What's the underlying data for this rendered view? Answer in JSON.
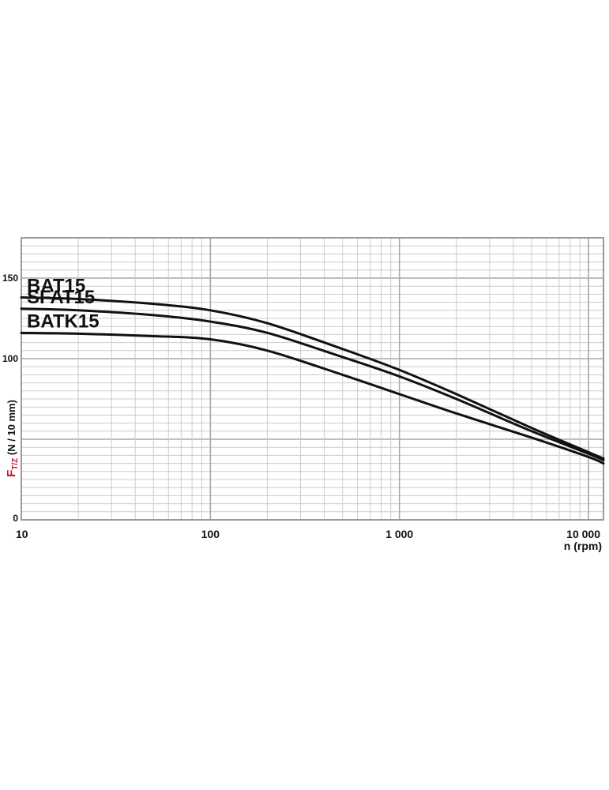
{
  "chart_data": {
    "type": "line",
    "title": "",
    "xlabel": "n (rpm)",
    "ylabel": {
      "main": "F",
      "subscript": "T/Z",
      "rest": " (N / 10 mm)"
    },
    "xscale": "log",
    "xlim": [
      10,
      12000
    ],
    "ylim": [
      0,
      175
    ],
    "grid": true,
    "x_ticks": [
      {
        "value": 10,
        "label": "10"
      },
      {
        "value": 100,
        "label": "100"
      },
      {
        "value": 1000,
        "label": "1 000"
      },
      {
        "value": 10000,
        "label": "10 000"
      }
    ],
    "y_ticks": [
      {
        "value": 0,
        "label": "0"
      },
      {
        "value": 100,
        "label": "100"
      },
      {
        "value": 150,
        "label": "150"
      }
    ],
    "series": [
      {
        "name": "BAT15",
        "x": [
          10,
          20,
          50,
          100,
          200,
          500,
          1000,
          2000,
          5000,
          10000,
          12000
        ],
        "y": [
          138,
          137,
          134,
          130,
          122,
          106,
          93,
          78,
          57,
          42,
          38
        ]
      },
      {
        "name": "SFAT15",
        "x": [
          10,
          20,
          50,
          100,
          200,
          500,
          1000,
          2000,
          5000,
          10000,
          12000
        ],
        "y": [
          131,
          130,
          127,
          123,
          116,
          101,
          89,
          75,
          55,
          41,
          37
        ]
      },
      {
        "name": "BATK15",
        "x": [
          10,
          20,
          50,
          100,
          200,
          500,
          1000,
          2000,
          5000,
          10000,
          12000
        ],
        "y": [
          116,
          115.5,
          114,
          112,
          105,
          90,
          78,
          66,
          51,
          39,
          35
        ]
      }
    ],
    "colors": {
      "line": "#111111",
      "grid_major": "#a8a8a8",
      "grid_minor": "#cccccc",
      "frame": "#9a9a9a",
      "ylabel_accent": "#c8102e"
    }
  }
}
